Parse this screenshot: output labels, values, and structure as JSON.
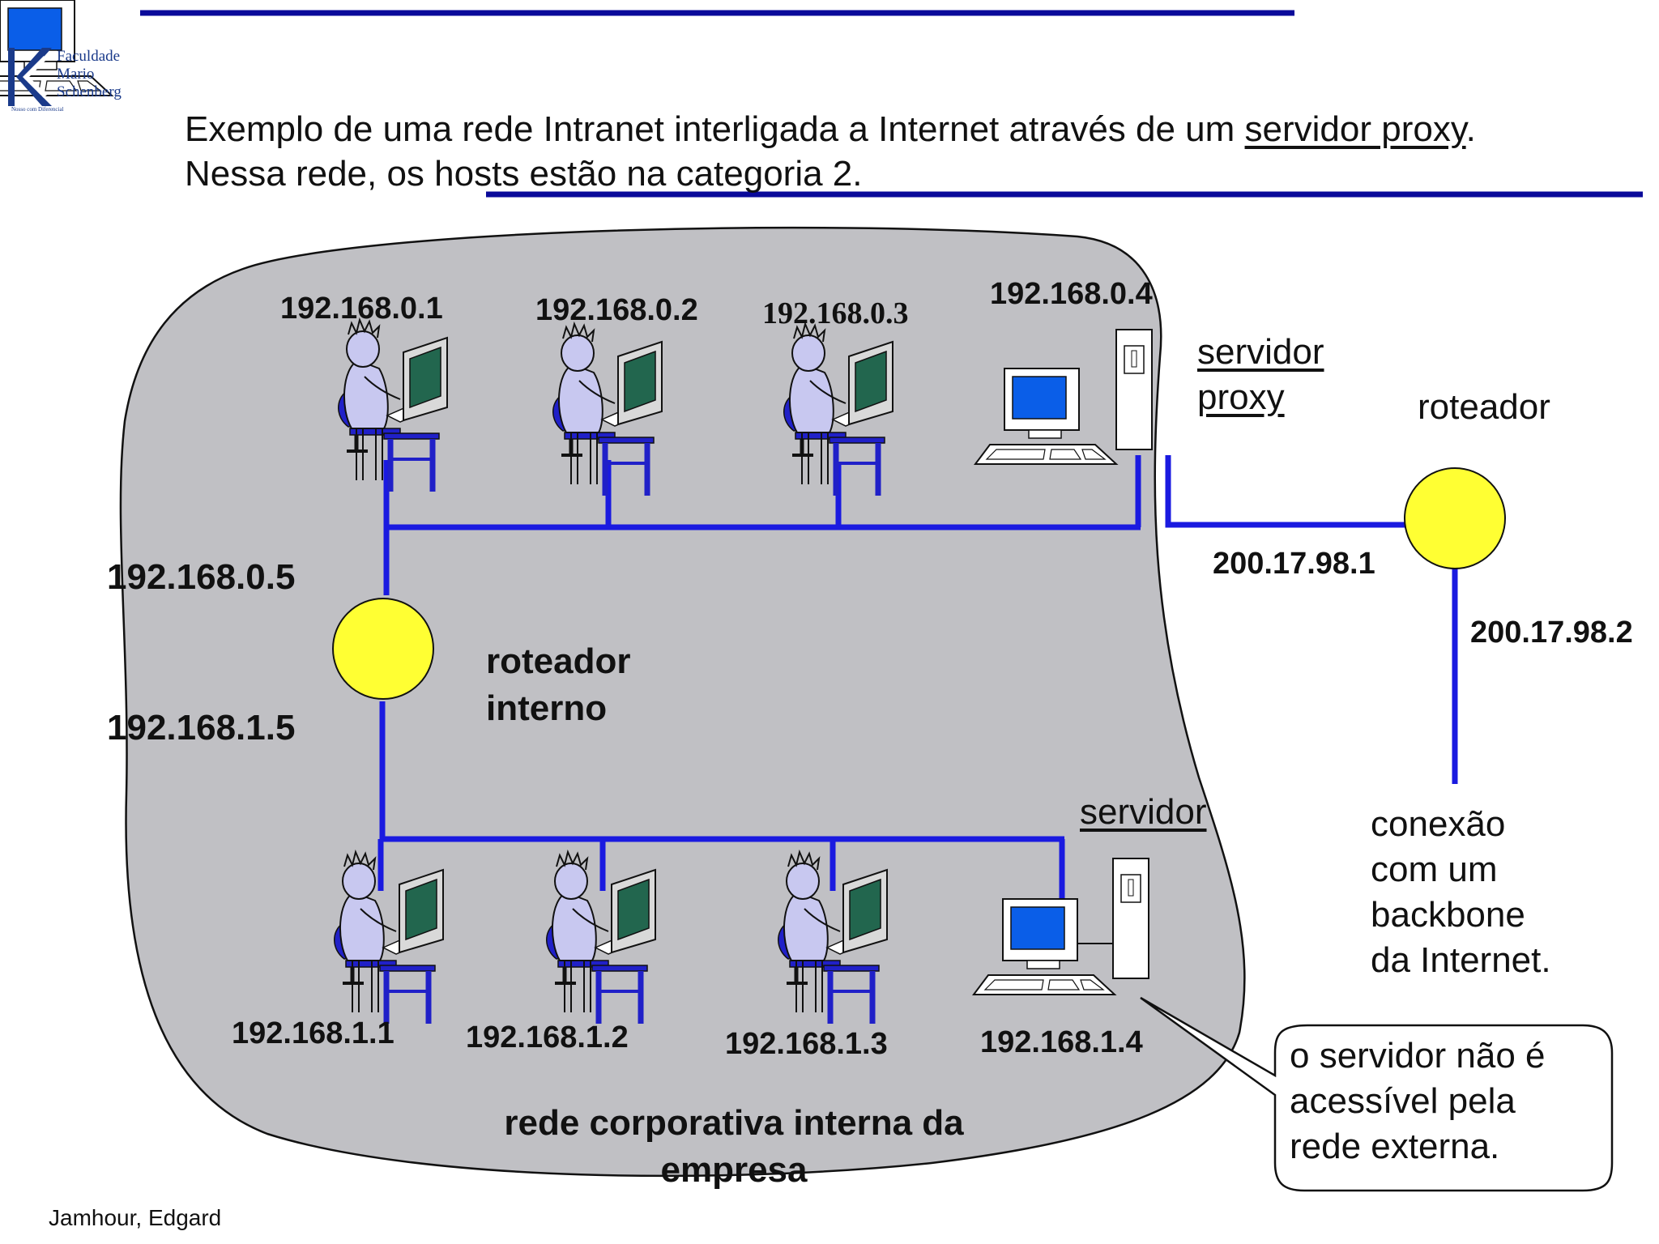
{
  "title_prefix": "Exemplo de uma rede Intranet interligada a Internet através de um ",
  "title_link": "servidor proxy",
  "title_suffix": ".",
  "title_line2": "Nessa rede, os hosts estão na categoria 2.",
  "logo": {
    "line1": "Faculdade",
    "line2": "Mario",
    "line3": "Schenberg",
    "tagline": "Nosso com Diferencial"
  },
  "hosts_top": [
    "192.168.0.1",
    "192.168.0.2",
    "192.168.0.3"
  ],
  "proxy_ip": "192.168.0.4",
  "proxy_label_1": "servidor",
  "proxy_label_2": "proxy",
  "router_external_label": "roteador",
  "router_ext_ip_in": "200.17.98.1",
  "router_ext_ip_out": "200.17.98.2",
  "router_internal_ip_top": "192.168.0.5",
  "router_internal_ip_bottom": "192.168.1.5",
  "router_internal_label_1": "roteador",
  "router_internal_label_2": "interno",
  "server_label": "servidor",
  "hosts_bottom": [
    "192.168.1.1",
    "192.168.1.2",
    "192.168.1.3"
  ],
  "server_ip": "192.168.1.4",
  "backbone_text": [
    "conexão",
    "com um",
    "backbone",
    "da Internet."
  ],
  "callout_text": [
    "o servidor não é",
    "acessível pela",
    "rede externa."
  ],
  "network_label_1": "rede corporativa interna da",
  "network_label_2": "empresa",
  "footer": "Jamhour, Edgard",
  "colors": {
    "line": "#1a1ae0",
    "rule": "#0a0a9a",
    "router": "#ffff33",
    "blob": "#c0c0c4",
    "screen": "#0a5ee8"
  }
}
